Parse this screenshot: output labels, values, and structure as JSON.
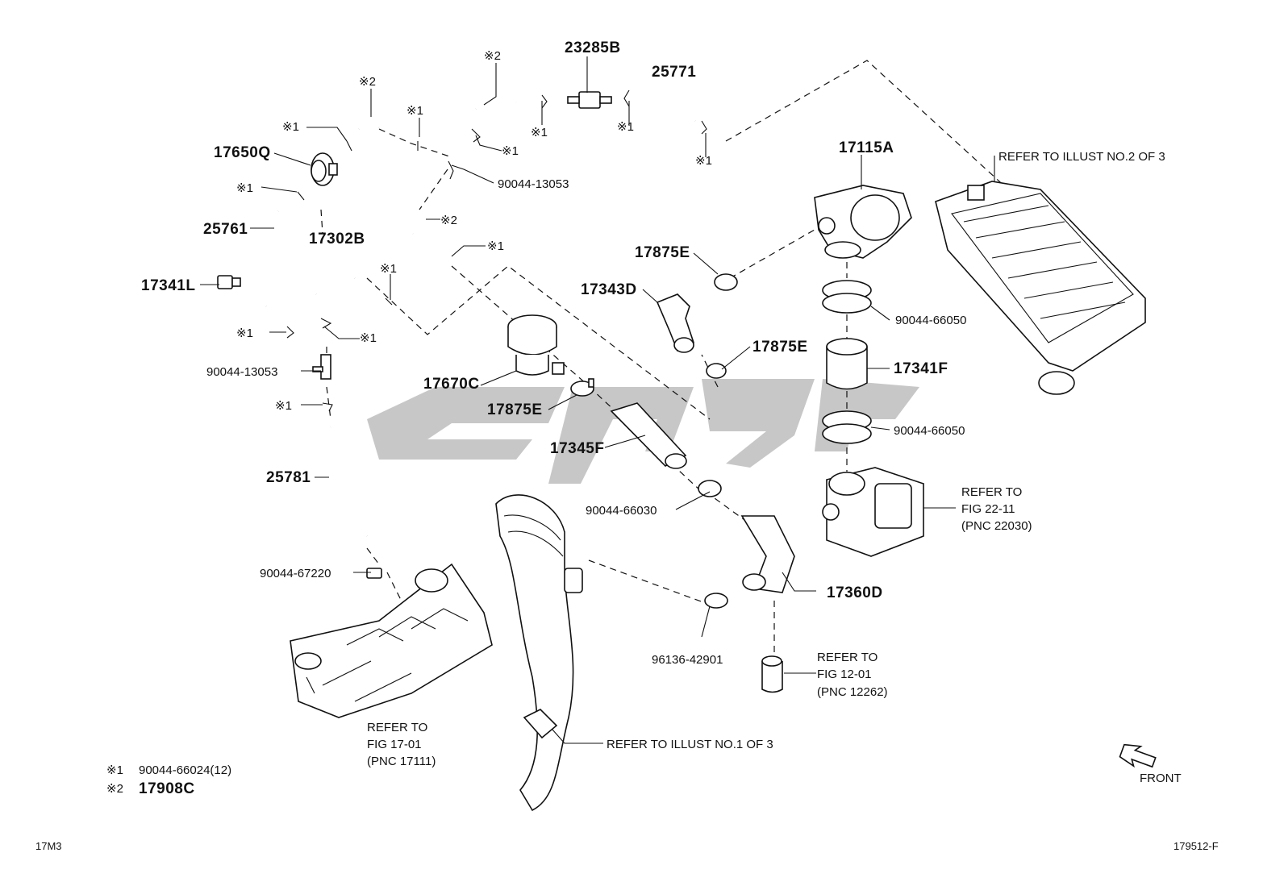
{
  "labels": {
    "p23285B": "23285B",
    "p25771": "25771",
    "p17650Q": "17650Q",
    "p25761": "25761",
    "p17341L": "17341L",
    "p17302B": "17302B",
    "p17115A": "17115A",
    "p17875E_a": "17875E",
    "p17343D": "17343D",
    "p17875E_b": "17875E",
    "p17341F": "17341F",
    "p17670C": "17670C",
    "p17875E_c": "17875E",
    "p17345F": "17345F",
    "p25781": "25781",
    "p17360D": "17360D",
    "n90044_13053_a": "90044-13053",
    "n90044_13053_b": "90044-13053",
    "n90044_66050_a": "90044-66050",
    "n90044_66050_b": "90044-66050",
    "n90044_66030": "90044-66030",
    "n90044_67220": "90044-67220",
    "n96136_42901": "96136-42901",
    "m1": "※1",
    "m2": "※2"
  },
  "refs": {
    "illust2": "REFER TO ILLUST NO.2 OF 3",
    "illust1": "REFER TO ILLUST NO.1 OF 3",
    "fig2211": [
      "REFER TO",
      "FIG 22-11",
      "(PNC 22030)"
    ],
    "fig1201": [
      "REFER TO",
      "FIG 12-01",
      "(PNC 12262)"
    ],
    "fig1701": [
      "REFER TO",
      "FIG 17-01",
      "(PNC 17111)"
    ]
  },
  "legend": {
    "note1_mark": "※1",
    "note1_text": "90044-66024(12)",
    "note2_mark": "※2",
    "note2_text": "17908C"
  },
  "front_label": "FRONT",
  "footer": {
    "left": "17M3",
    "right": "179512-F"
  }
}
